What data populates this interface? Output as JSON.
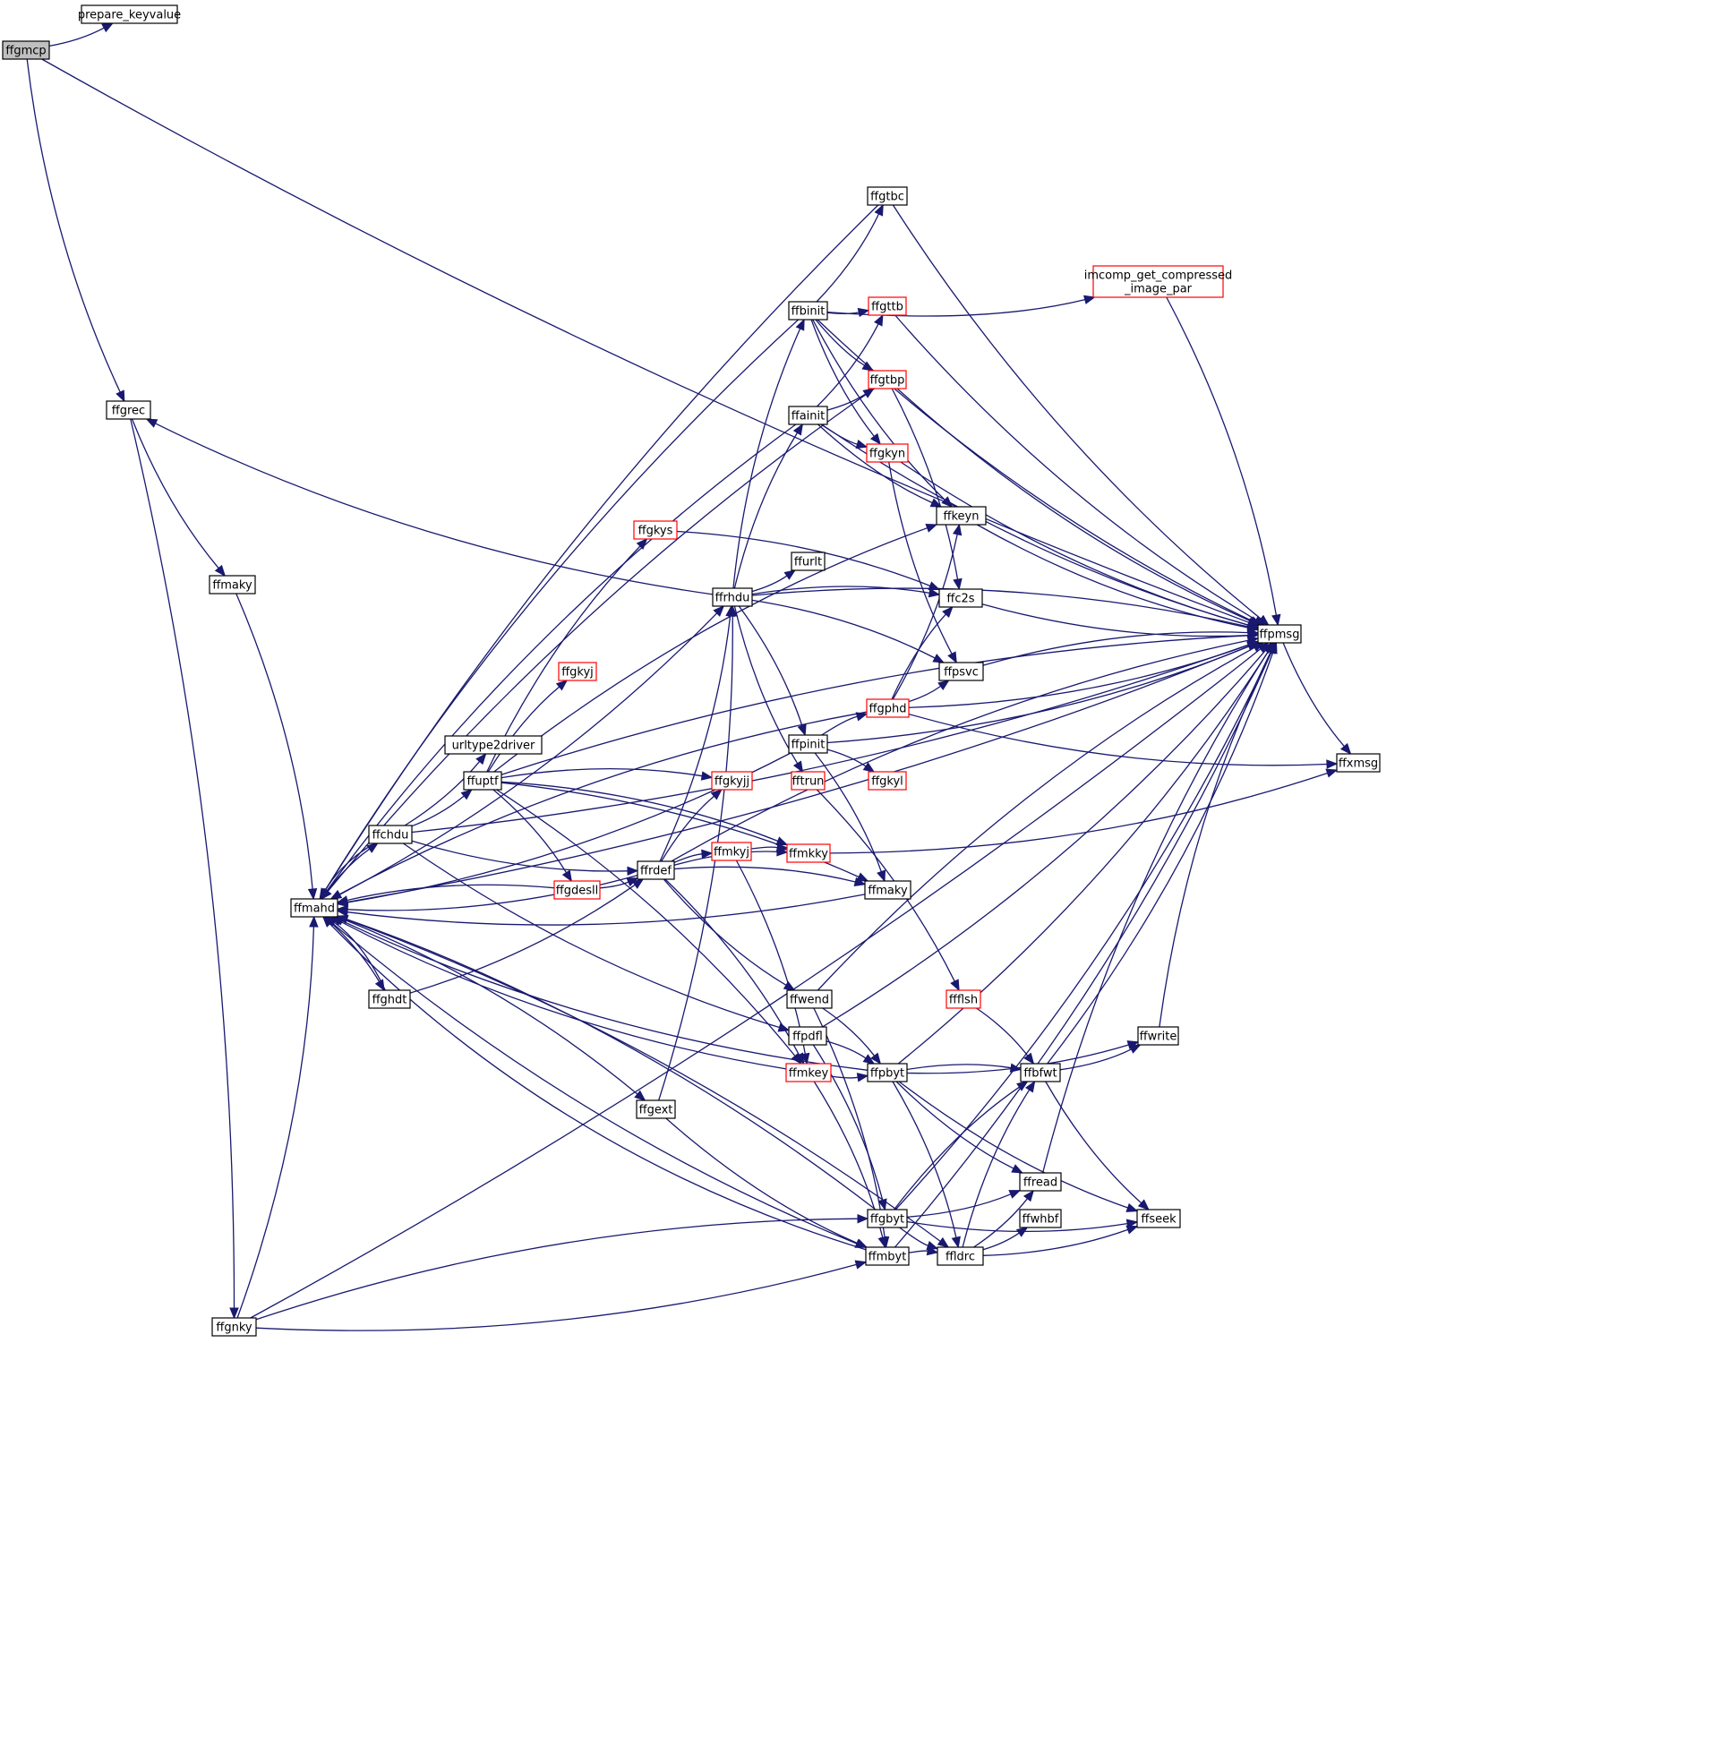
{
  "nodes": [
    {
      "id": "ffgmcp",
      "label": "ffgmcp",
      "style": "root"
    },
    {
      "id": "prepare_keyvalue",
      "label": "prepare_keyvalue",
      "style": "normal"
    },
    {
      "id": "ffgrec",
      "label": "ffgrec",
      "style": "normal"
    },
    {
      "id": "ffmaky_l",
      "label": "ffmaky",
      "style": "normal"
    },
    {
      "id": "ffmahd",
      "label": "ffmahd",
      "style": "normal"
    },
    {
      "id": "ffchdu",
      "label": "ffchdu",
      "style": "normal"
    },
    {
      "id": "ffghdt",
      "label": "ffghdt",
      "style": "normal"
    },
    {
      "id": "ffgnky",
      "label": "ffgnky",
      "style": "normal"
    },
    {
      "id": "urltype2driver",
      "label": "urltype2driver",
      "style": "normal"
    },
    {
      "id": "ffuptf",
      "label": "ffuptf",
      "style": "normal"
    },
    {
      "id": "ffgkys",
      "label": "ffgkys",
      "style": "red"
    },
    {
      "id": "ffgkyj",
      "label": "ffgkyj",
      "style": "red"
    },
    {
      "id": "ffgdesll",
      "label": "ffgdesll",
      "style": "red"
    },
    {
      "id": "ffrdef",
      "label": "ffrdef",
      "style": "normal"
    },
    {
      "id": "ffgkyjj",
      "label": "ffgkyjj",
      "style": "red"
    },
    {
      "id": "ffmkyj",
      "label": "ffmkyj",
      "style": "red"
    },
    {
      "id": "ffgext",
      "label": "ffgext",
      "style": "normal"
    },
    {
      "id": "ffrhdu",
      "label": "ffrhdu",
      "style": "normal"
    },
    {
      "id": "ffurlt",
      "label": "ffurlt",
      "style": "normal"
    },
    {
      "id": "ffbinit",
      "label": "ffbinit",
      "style": "normal"
    },
    {
      "id": "ffainit",
      "label": "ffainit",
      "style": "normal"
    },
    {
      "id": "ffpinit",
      "label": "ffpinit",
      "style": "normal"
    },
    {
      "id": "fftrun",
      "label": "fftrun",
      "style": "red"
    },
    {
      "id": "ffmkky",
      "label": "ffmkky",
      "style": "red"
    },
    {
      "id": "ffwend",
      "label": "ffwend",
      "style": "normal"
    },
    {
      "id": "ffpdfl",
      "label": "ffpdfl",
      "style": "normal"
    },
    {
      "id": "ffmkey",
      "label": "ffmkey",
      "style": "red"
    },
    {
      "id": "ffgtbc",
      "label": "ffgtbc",
      "style": "normal"
    },
    {
      "id": "ffgttb",
      "label": "ffgttb",
      "style": "red"
    },
    {
      "id": "ffgtbp",
      "label": "ffgtbp",
      "style": "red"
    },
    {
      "id": "ffgkyn",
      "label": "ffgkyn",
      "style": "red"
    },
    {
      "id": "ffgphd",
      "label": "ffgphd",
      "style": "red"
    },
    {
      "id": "ffgkyl",
      "label": "ffgkyl",
      "style": "red"
    },
    {
      "id": "ffmaky_m",
      "label": "ffmaky",
      "style": "normal"
    },
    {
      "id": "ffpbyt",
      "label": "ffpbyt",
      "style": "normal"
    },
    {
      "id": "ffgbyt",
      "label": "ffgbyt",
      "style": "normal"
    },
    {
      "id": "ffmbyt",
      "label": "ffmbyt",
      "style": "normal"
    },
    {
      "id": "ffkeyn",
      "label": "ffkeyn",
      "style": "normal"
    },
    {
      "id": "ffc2s",
      "label": "ffc2s",
      "style": "normal"
    },
    {
      "id": "ffpsvc",
      "label": "ffpsvc",
      "style": "normal"
    },
    {
      "id": "ffflsh",
      "label": "ffflsh",
      "style": "red"
    },
    {
      "id": "ffbfwt",
      "label": "ffbfwt",
      "style": "normal"
    },
    {
      "id": "ffread",
      "label": "ffread",
      "style": "normal"
    },
    {
      "id": "ffwhbf",
      "label": "ffwhbf",
      "style": "normal"
    },
    {
      "id": "ffldrc",
      "label": "ffldrc",
      "style": "normal"
    },
    {
      "id": "imcomp",
      "label": "imcomp_get_compressed\n_image_par",
      "style": "red"
    },
    {
      "id": "ffwrite",
      "label": "ffwrite",
      "style": "normal"
    },
    {
      "id": "ffseek",
      "label": "ffseek",
      "style": "normal"
    },
    {
      "id": "ffpmsg",
      "label": "ffpmsg",
      "style": "normal"
    },
    {
      "id": "ffxmsg",
      "label": "ffxmsg",
      "style": "normal"
    }
  ],
  "edges": [
    [
      "ffgmcp",
      "prepare_keyvalue"
    ],
    [
      "ffgmcp",
      "ffpmsg"
    ],
    [
      "ffgmcp",
      "ffgrec"
    ],
    [
      "ffgrec",
      "ffmaky_l"
    ],
    [
      "ffgrec",
      "ffgnky"
    ],
    [
      "ffmaky_l",
      "ffmahd"
    ],
    [
      "ffgnky",
      "ffmahd"
    ],
    [
      "ffgnky",
      "ffgbyt"
    ],
    [
      "ffgnky",
      "ffmbyt"
    ],
    [
      "ffgnky",
      "ffpmsg"
    ],
    [
      "ffmahd",
      "ffchdu"
    ],
    [
      "ffmahd",
      "ffghdt"
    ],
    [
      "ffmahd",
      "ffrhdu"
    ],
    [
      "ffmahd",
      "ffgext"
    ],
    [
      "ffmahd",
      "ffmbyt"
    ],
    [
      "ffmahd",
      "ffldrc"
    ],
    [
      "ffmahd",
      "ffpmsg"
    ],
    [
      "ffchdu",
      "ffmahd"
    ],
    [
      "ffchdu",
      "urltype2driver"
    ],
    [
      "ffchdu",
      "ffuptf"
    ],
    [
      "ffchdu",
      "ffrdef"
    ],
    [
      "ffchdu",
      "ffpdfl"
    ],
    [
      "ffchdu",
      "ffpmsg"
    ],
    [
      "ffghdt",
      "ffmahd"
    ],
    [
      "ffghdt",
      "ffrdef"
    ],
    [
      "ffuptf",
      "ffgkys"
    ],
    [
      "ffuptf",
      "ffgkyj"
    ],
    [
      "ffuptf",
      "ffgkyjj"
    ],
    [
      "ffuptf",
      "ffgdesll"
    ],
    [
      "ffuptf",
      "ffmkey"
    ],
    [
      "ffuptf",
      "ffmkky"
    ],
    [
      "ffuptf",
      "ffmaky_m"
    ],
    [
      "ffuptf",
      "ffkeyn"
    ],
    [
      "ffuptf",
      "ffpmsg"
    ],
    [
      "ffgkys",
      "ffc2s"
    ],
    [
      "ffgdesll",
      "ffmahd"
    ],
    [
      "ffgdesll",
      "ffrdef"
    ],
    [
      "ffrdef",
      "ffmahd"
    ],
    [
      "ffrdef",
      "ffrhdu"
    ],
    [
      "ffrdef",
      "ffgkyjj"
    ],
    [
      "ffrdef",
      "ffmkyj"
    ],
    [
      "ffrdef",
      "ffmkky"
    ],
    [
      "ffrdef",
      "ffmaky_m"
    ],
    [
      "ffrdef",
      "ffwend"
    ],
    [
      "ffrdef",
      "ffmkey"
    ],
    [
      "ffrdef",
      "ffpmsg"
    ],
    [
      "ffmkyj",
      "ffmkky"
    ],
    [
      "ffmkyj",
      "ffmkey"
    ],
    [
      "ffgext",
      "ffrhdu"
    ],
    [
      "ffgext",
      "ffmbyt"
    ],
    [
      "ffrhdu",
      "ffgrec"
    ],
    [
      "ffrhdu",
      "ffurlt"
    ],
    [
      "ffrhdu",
      "ffbinit"
    ],
    [
      "ffrhdu",
      "ffainit"
    ],
    [
      "ffrhdu",
      "ffpinit"
    ],
    [
      "ffrhdu",
      "fftrun"
    ],
    [
      "ffrhdu",
      "ffc2s"
    ],
    [
      "ffrhdu",
      "ffpsvc"
    ],
    [
      "ffrhdu",
      "ffpmsg"
    ],
    [
      "ffbinit",
      "ffmahd"
    ],
    [
      "ffbinit",
      "ffgtbc"
    ],
    [
      "ffbinit",
      "ffgttb"
    ],
    [
      "ffbinit",
      "ffgtbp"
    ],
    [
      "ffbinit",
      "ffgkyn"
    ],
    [
      "ffbinit",
      "ffkeyn"
    ],
    [
      "ffbinit",
      "imcomp"
    ],
    [
      "ffbinit",
      "ffpmsg"
    ],
    [
      "ffainit",
      "ffmahd"
    ],
    [
      "ffainit",
      "ffgttb"
    ],
    [
      "ffainit",
      "ffgtbp"
    ],
    [
      "ffainit",
      "ffgkyn"
    ],
    [
      "ffainit",
      "ffkeyn"
    ],
    [
      "ffainit",
      "ffpmsg"
    ],
    [
      "ffpinit",
      "ffmahd"
    ],
    [
      "ffpinit",
      "ffgphd"
    ],
    [
      "ffpinit",
      "ffgkyl"
    ],
    [
      "ffpinit",
      "ffmaky_m"
    ],
    [
      "ffpinit",
      "ffpmsg"
    ],
    [
      "fftrun",
      "ffflsh"
    ],
    [
      "ffmkky",
      "ffxmsg"
    ],
    [
      "ffwend",
      "ffpbyt"
    ],
    [
      "ffwend",
      "ffmbyt"
    ],
    [
      "ffwend",
      "ffpmsg"
    ],
    [
      "ffpdfl",
      "ffpbyt"
    ],
    [
      "ffpdfl",
      "ffgbyt"
    ],
    [
      "ffpdfl",
      "ffpmsg"
    ],
    [
      "ffmkey",
      "ffmahd"
    ],
    [
      "ffmkey",
      "ffpbyt"
    ],
    [
      "ffmkey",
      "ffmbyt"
    ],
    [
      "ffgtbc",
      "ffmahd"
    ],
    [
      "ffgtbc",
      "ffpmsg"
    ],
    [
      "ffgttb",
      "ffpmsg"
    ],
    [
      "ffgtbp",
      "ffmahd"
    ],
    [
      "ffgtbp",
      "ffc2s"
    ],
    [
      "ffgtbp",
      "ffpmsg"
    ],
    [
      "ffgkyn",
      "ffpsvc"
    ],
    [
      "ffgkyn",
      "ffpmsg"
    ],
    [
      "ffgphd",
      "ffmahd"
    ],
    [
      "ffgphd",
      "ffkeyn"
    ],
    [
      "ffgphd",
      "ffc2s"
    ],
    [
      "ffgphd",
      "ffpsvc"
    ],
    [
      "ffgphd",
      "ffpmsg"
    ],
    [
      "ffgphd",
      "ffxmsg"
    ],
    [
      "ffmaky_m",
      "ffmahd"
    ],
    [
      "ffpbyt",
      "ffmahd"
    ],
    [
      "ffpbyt",
      "ffbfwt"
    ],
    [
      "ffpbyt",
      "ffwrite"
    ],
    [
      "ffpbyt",
      "ffread"
    ],
    [
      "ffpbyt",
      "ffldrc"
    ],
    [
      "ffpbyt",
      "ffseek"
    ],
    [
      "ffpbyt",
      "ffpmsg"
    ],
    [
      "ffgbyt",
      "ffmahd"
    ],
    [
      "ffgbyt",
      "ffbfwt"
    ],
    [
      "ffgbyt",
      "ffread"
    ],
    [
      "ffgbyt",
      "ffldrc"
    ],
    [
      "ffgbyt",
      "ffseek"
    ],
    [
      "ffgbyt",
      "ffpmsg"
    ],
    [
      "ffmbyt",
      "ffldrc"
    ],
    [
      "ffmbyt",
      "ffmahd"
    ],
    [
      "ffmbyt",
      "ffpmsg"
    ],
    [
      "ffkeyn",
      "ffpmsg"
    ],
    [
      "ffc2s",
      "ffpmsg"
    ],
    [
      "ffpsvc",
      "ffpmsg"
    ],
    [
      "ffflsh",
      "ffbfwt"
    ],
    [
      "ffbfwt",
      "ffwrite"
    ],
    [
      "ffbfwt",
      "ffseek"
    ],
    [
      "ffbfwt",
      "ffpmsg"
    ],
    [
      "ffread",
      "ffpmsg"
    ],
    [
      "ffldrc",
      "ffbfwt"
    ],
    [
      "ffldrc",
      "ffread"
    ],
    [
      "ffldrc",
      "ffwhbf"
    ],
    [
      "ffldrc",
      "ffseek"
    ],
    [
      "imcomp",
      "ffpmsg"
    ],
    [
      "ffwrite",
      "ffpmsg"
    ],
    [
      "ffpmsg",
      "ffxmsg"
    ]
  ],
  "colors": {
    "edge": "#191970",
    "node_border": "#000000",
    "red_border": "#ff0000",
    "root_fill": "#bfbfbf",
    "node_fill": "#ffffff",
    "text": "#000000"
  }
}
